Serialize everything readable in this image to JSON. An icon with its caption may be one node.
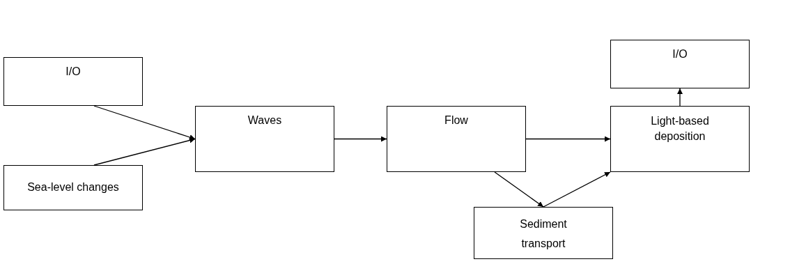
{
  "diagram": {
    "nodes": [
      {
        "text": [
          "I/O"
        ]
      },
      {
        "text": [
          "Sea-level changes"
        ]
      },
      {
        "text": [
          "Waves"
        ]
      },
      {
        "text": [
          "Flow"
        ]
      },
      {
        "text": [
          "Light-based deposition"
        ]
      },
      {
        "text": [
          "I/O"
        ]
      },
      {
        "text": [
          "Sediment transport"
        ]
      }
    ],
    "edges": [
      {
        "from": 0,
        "to": 2,
        "arrow": "to"
      },
      {
        "from": 1,
        "to": 2,
        "arrow": "to"
      },
      {
        "from": 2,
        "to": 3,
        "arrow": "to"
      },
      {
        "from": 3,
        "to": 4,
        "arrow": "to"
      },
      {
        "from": 4,
        "to": 5,
        "arrow": "to"
      },
      {
        "from": 3,
        "to": 6,
        "arrow": "to"
      },
      {
        "from": 6,
        "to": 4,
        "arrow": "to"
      }
    ]
  }
}
